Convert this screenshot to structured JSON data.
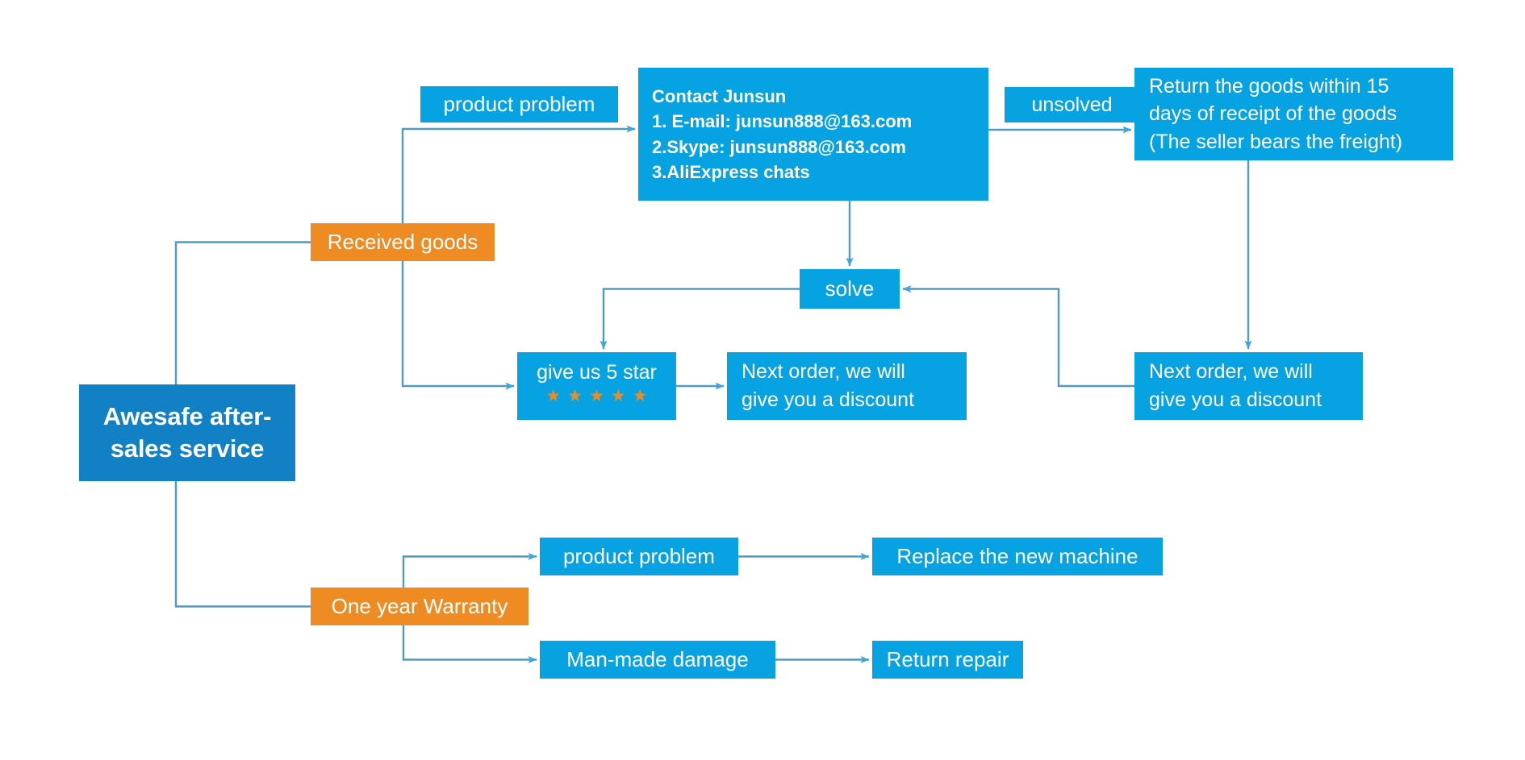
{
  "diagram": {
    "title": "Awesafe after-sales service flowchart",
    "colors": {
      "blue": "#06A2E2",
      "orange": "#EE8B22",
      "navy": "#1180C4",
      "connector": "#4E9BC4",
      "text": "#FFFFFF",
      "background": "#FFFFFF"
    }
  },
  "nodes": {
    "root": {
      "label": "Awesafe after-\nsales service"
    },
    "received_goods": {
      "label": "Received goods"
    },
    "one_year_warranty": {
      "label": "One year Warranty"
    },
    "product_problem_top": {
      "label": "product problem"
    },
    "contact": {
      "heading": "Contact Junsun",
      "line1": "1. E-mail:  junsun888@163.com",
      "line2": "2.Skype:  junsun888@163.com",
      "line3": "3.AliExpress chats"
    },
    "unsolved": {
      "label": "unsolved"
    },
    "return_goods": {
      "label": "Return the goods within 15\ndays of receipt of the goods\n(The seller bears the freight)"
    },
    "solve": {
      "label": "solve"
    },
    "five_star": {
      "label": "give us 5 star",
      "star_count": 5,
      "star_glyph": "★"
    },
    "discount_left": {
      "label": "Next order, we will\ngive you a discount"
    },
    "discount_right": {
      "label": "Next order, we will\ngive you a discount"
    },
    "product_problem_bottom": {
      "label": "product problem"
    },
    "replace_machine": {
      "label": "Replace the new machine"
    },
    "man_made_damage": {
      "label": "Man-made damage"
    },
    "return_repair": {
      "label": "Return repair"
    }
  }
}
